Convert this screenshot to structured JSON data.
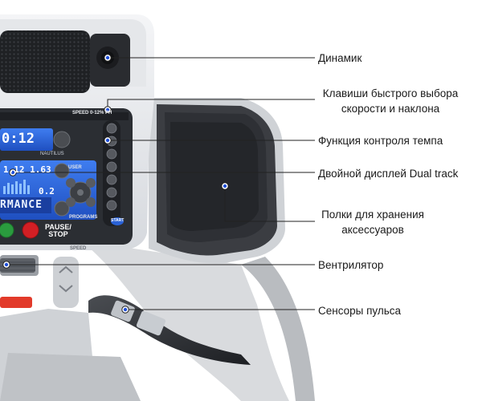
{
  "callouts": {
    "speaker": "Динамик",
    "quick_keys_line1": "Клавиши быстрого выбора",
    "quick_keys_line2": "скорости и наклона",
    "pace_control": "Функция контроля темпа",
    "dual_display": "Двойной дисплей Dual track",
    "shelves_line1": "Полки для хранения",
    "shelves_line2": "аксессуаров",
    "fan": "Вентрилятор",
    "pulse_sensors": "Сенсоры пульса"
  },
  "console": {
    "speed_header": "SPEED 0-12% PH",
    "display_top_value": "0:12",
    "display_mid_values": "1.12  1.63",
    "display_mid_value2": "0.2",
    "display_banner": "RMANCE",
    "nautilus": "NAUTILUS",
    "user_label": "USER",
    "programs_label": "PROGRAMS",
    "pause_stop_line1": "PAUSE/",
    "pause_stop_line2": "STOP",
    "speed_label": "SPEED",
    "start_label": "START"
  },
  "colors": {
    "display_blue": "#2a62d6",
    "console_dark": "#2b2e33",
    "housing": "#e9ebee",
    "stop_red": "#d21f24",
    "shelf_dark": "#3b3d42",
    "marker": "#1f4fd8"
  }
}
